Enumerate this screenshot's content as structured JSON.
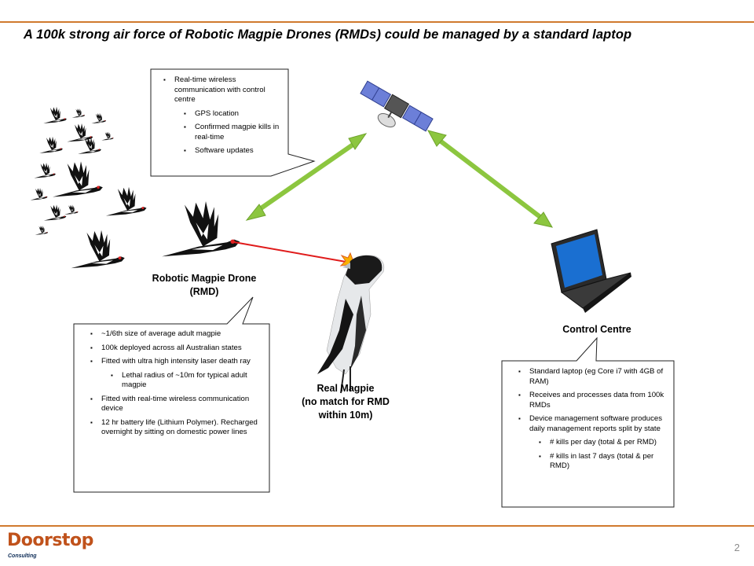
{
  "title": "A 100k strong air force of Robotic Magpie Drones (RMDs) could be managed by a standard laptop",
  "comm_box": {
    "items": [
      {
        "text": "Real-time wireless communication with control centre",
        "level": 1
      },
      {
        "text": "GPS location",
        "level": 2
      },
      {
        "text": "Confirmed magpie kills in real-time",
        "level": 2
      },
      {
        "text": "Software updates",
        "level": 2
      }
    ]
  },
  "rmd_label": {
    "line1": "Robotic Magpie Drone",
    "line2": "(RMD)"
  },
  "rmd_box": {
    "items": [
      {
        "text": "~1/6th size of average adult magpie",
        "level": 1
      },
      {
        "text": "100k deployed across all Australian states",
        "level": 1
      },
      {
        "text": "Fitted with ultra high intensity laser death ray",
        "level": 1
      },
      {
        "text": "Lethal radius of ~10m for typical adult magpie",
        "level": 2
      },
      {
        "text": "Fitted with real-time wireless communication device",
        "level": 1
      },
      {
        "text": "12 hr battery life (Lithium Polymer). Recharged overnight by sitting on domestic power lines",
        "level": 1
      }
    ]
  },
  "real_magpie_label": {
    "line1": "Real Magpie",
    "line2": "(no match for RMD",
    "line3": "within 10m)"
  },
  "control_label": "Control Centre",
  "control_box": {
    "items": [
      {
        "text": "Standard laptop (eg Core i7 with 4GB of RAM)",
        "level": 1
      },
      {
        "text": "Receives and processes data from 100k RMDs",
        "level": 1
      },
      {
        "text": "Device management software produces daily management reports split by state",
        "level": 1
      },
      {
        "text": "# kills per day (total & per RMD)",
        "level": 2
      },
      {
        "text": "# kills in last 7 days (total & per RMD)",
        "level": 2
      }
    ]
  },
  "footer": {
    "logo": "Doorstop",
    "logo_sub": "Consulting",
    "page_number": "2"
  },
  "colors": {
    "accent": "#d07a2e",
    "arrow": "#8cc63f",
    "laser": "#e01b1b",
    "logo": "#c0521b"
  }
}
